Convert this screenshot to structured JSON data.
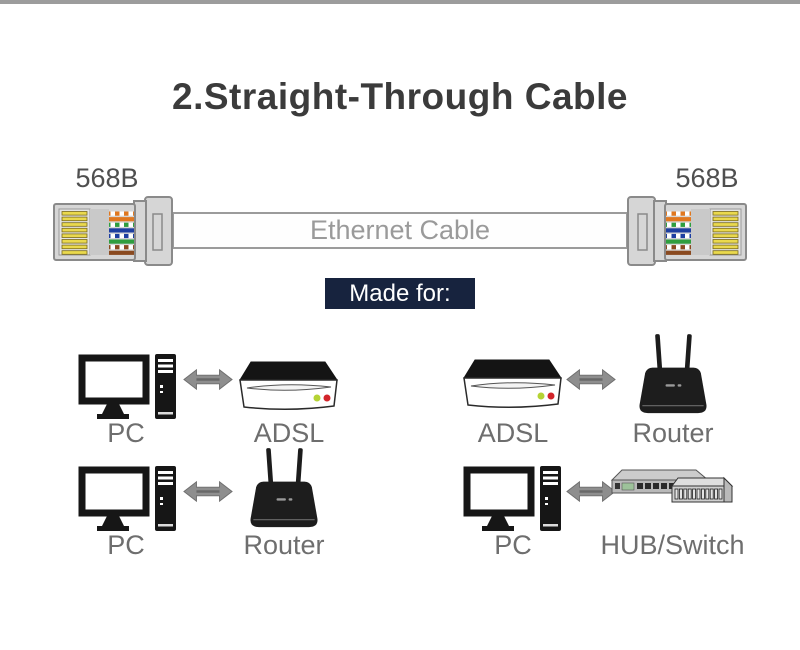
{
  "title": "2.Straight-Through Cable",
  "cable": {
    "standard": "T568B",
    "left_connector_label": "568B",
    "right_connector_label": "568B",
    "cable_label": "Ethernet Cable",
    "wire_colors": [
      "white-orange",
      "orange",
      "white-green",
      "blue",
      "white-blue",
      "green",
      "white-brown",
      "brown"
    ]
  },
  "banner": {
    "label": "Made for:",
    "bg_color": "#17233e",
    "text_color": "#ffffff"
  },
  "pairings": [
    {
      "left": {
        "label": "PC",
        "icon": "desktop-pc-icon"
      },
      "right": {
        "label": "ADSL",
        "icon": "adsl-modem-icon"
      }
    },
    {
      "left": {
        "label": "ADSL",
        "icon": "adsl-modem-icon"
      },
      "right": {
        "label": "Router",
        "icon": "wireless-router-icon"
      }
    },
    {
      "left": {
        "label": "PC",
        "icon": "desktop-pc-icon"
      },
      "right": {
        "label": "Router",
        "icon": "wireless-router-icon"
      }
    },
    {
      "left": {
        "label": "PC",
        "icon": "desktop-pc-icon"
      },
      "right": {
        "label": "HUB/Switch",
        "icon": "hub-switch-icon"
      }
    }
  ],
  "colors": {
    "title_text": "#3b3b3b",
    "label_text": "#6e6e6e",
    "cable_text": "#9a9a9a",
    "connector_body": "#d6d6d6",
    "pin_gold": "#ead94e",
    "arrow_gray": "#8e8e8e",
    "led_green": "#b5d334",
    "led_red": "#d2242a",
    "top_bar": "#9c9c9c"
  }
}
